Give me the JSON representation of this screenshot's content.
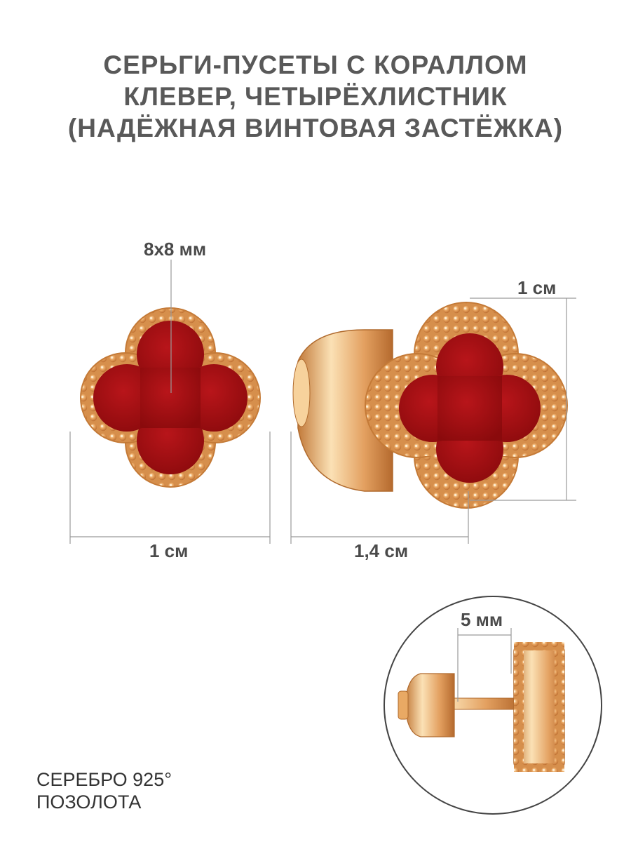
{
  "title": {
    "line1": "СЕРЬГИ-ПУСЕТЫ С КОРАЛЛОМ",
    "line2": "КЛЕВЕР, ЧЕТЫРЁХЛИСТНИК",
    "line3": "(НАДЁЖНАЯ ВИНТОВАЯ ЗАСТЁЖКА)"
  },
  "dimensions": {
    "insert": "8х8 мм",
    "front_width": "1 см",
    "side_width": "1,4 см",
    "height": "1 см",
    "clasp": "5 мм"
  },
  "material": {
    "line1": "СЕРЕБРО 925°",
    "line2": "ПОЗОЛОТА"
  },
  "colors": {
    "gold": "#e7a25e",
    "coral": "#a40d0f",
    "line": "#9a9a9a"
  }
}
